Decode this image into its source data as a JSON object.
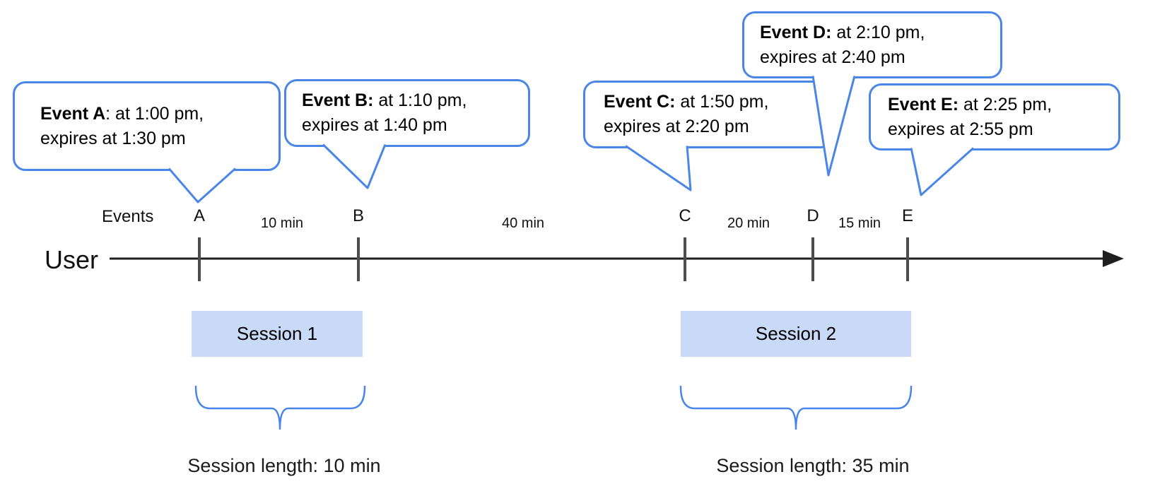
{
  "colors": {
    "accent_blue": "#4a86e8",
    "session_fill": "#c9daf8",
    "line_dark": "#1f1f1f",
    "tick_gray": "#4d4d4d"
  },
  "callouts": [
    {
      "event": "A",
      "bold": "Event A",
      "rest": ": at 1:00 pm,",
      "line2": "expires at 1:30 pm"
    },
    {
      "event": "B",
      "bold": "Event B:",
      "rest": " at 1:10 pm,",
      "line2": "expires at 1:40 pm"
    },
    {
      "event": "C",
      "bold": "Event C:",
      "rest": " at 1:50 pm,",
      "line2": "expires at 2:20 pm"
    },
    {
      "event": "D",
      "bold": "Event D:",
      "rest": " at 2:10 pm,",
      "line2": "expires at 2:40 pm"
    },
    {
      "event": "E",
      "bold": "Event E:",
      "rest": " at 2:25 pm,",
      "line2": "expires at 2:55 pm"
    }
  ],
  "timeline": {
    "user_label": "User",
    "events_label": "Events",
    "marks": [
      "A",
      "B",
      "C",
      "D",
      "E"
    ],
    "intervals": [
      "10 min",
      "40 min",
      "20 min",
      "15 min"
    ]
  },
  "sessions": [
    {
      "label": "Session 1",
      "length_label": "Session length: 10 min"
    },
    {
      "label": "Session 2",
      "length_label": "Session length: 35 min"
    }
  ]
}
